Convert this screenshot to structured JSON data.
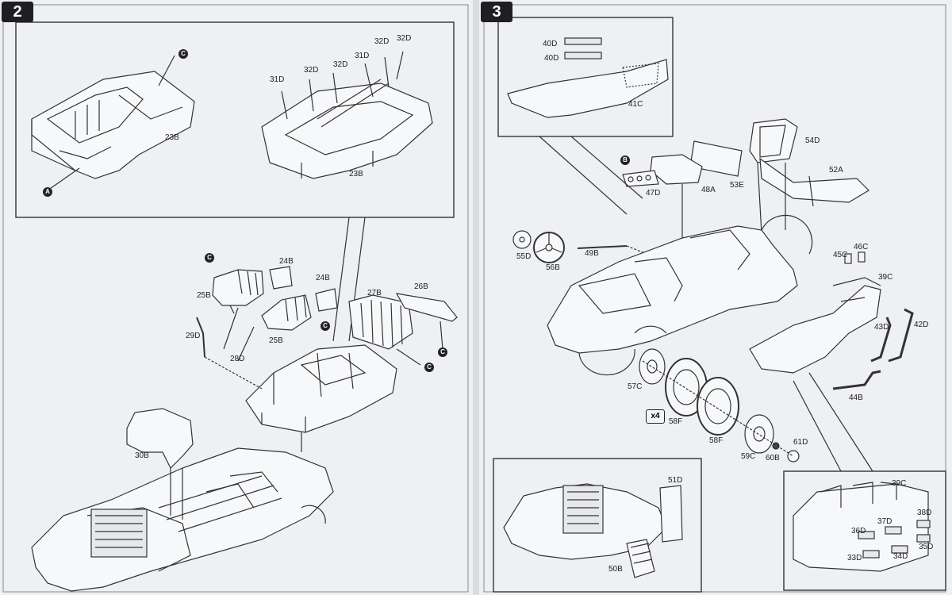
{
  "steps": {
    "left": "2",
    "right": "3"
  },
  "multiplier": "x4",
  "callouts": {
    "A": "A",
    "B": "B",
    "C": "C"
  },
  "parts": {
    "p23b_a": "23B",
    "p23b_b": "23B",
    "p31d_a": "31D",
    "p31d_b": "31D",
    "p32d_a": "32D",
    "p32d_b": "32D",
    "p32d_c": "32D",
    "p32d_d": "32D",
    "p24b_a": "24B",
    "p24b_b": "24B",
    "p25b_a": "25B",
    "p25b_b": "25B",
    "p26b": "26B",
    "p27b": "27B",
    "p28d": "28D",
    "p29d": "29D",
    "p30b": "30B",
    "p40d_a": "40D",
    "p40d_b": "40D",
    "p41c": "41C",
    "p54d": "54D",
    "p52a": "52A",
    "p53e": "53E",
    "p48a": "48A",
    "p47d": "47D",
    "p55d": "55D",
    "p56b": "56B",
    "p49b": "49B",
    "p45c": "45C",
    "p46c": "46C",
    "p39c_a": "39C",
    "p39c_b": "39C",
    "p43d": "43D",
    "p42d": "42D",
    "p44b": "44B",
    "p57c": "57C",
    "p58f_a": "58F",
    "p58f_b": "58F",
    "p59c": "59C",
    "p60b": "60B",
    "p61d": "61D",
    "p51d": "51D",
    "p50b": "50B",
    "p38d": "38D",
    "p37d": "37D",
    "p36d": "36D",
    "p35d": "35D",
    "p34d": "34D",
    "p33d": "33D"
  }
}
